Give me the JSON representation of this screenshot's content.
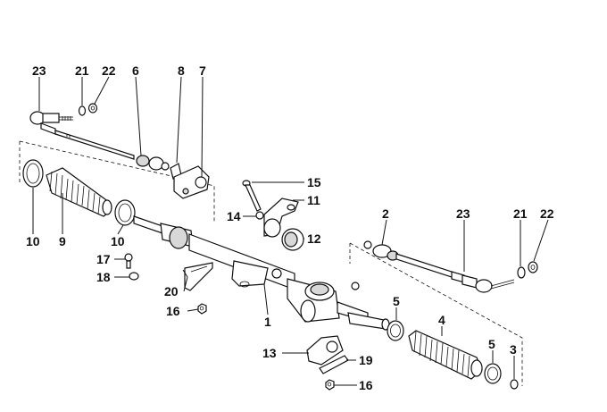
{
  "labels": {
    "l23a": "23",
    "l21a": "21",
    "l22a": "22",
    "l6": "6",
    "l8": "8",
    "l7": "7",
    "l10a": "10",
    "l9": "9",
    "l10b": "10",
    "l17": "17",
    "l18": "18",
    "l20": "20",
    "l16a": "16",
    "l1": "1",
    "l15": "15",
    "l11": "11",
    "l14": "14",
    "l12": "12",
    "l2": "2",
    "l23b": "23",
    "l21b": "21",
    "l22b": "22",
    "l5a": "5",
    "l4": "4",
    "l5b": "5",
    "l3": "3",
    "l13": "13",
    "l19": "19",
    "l16b": "16"
  }
}
